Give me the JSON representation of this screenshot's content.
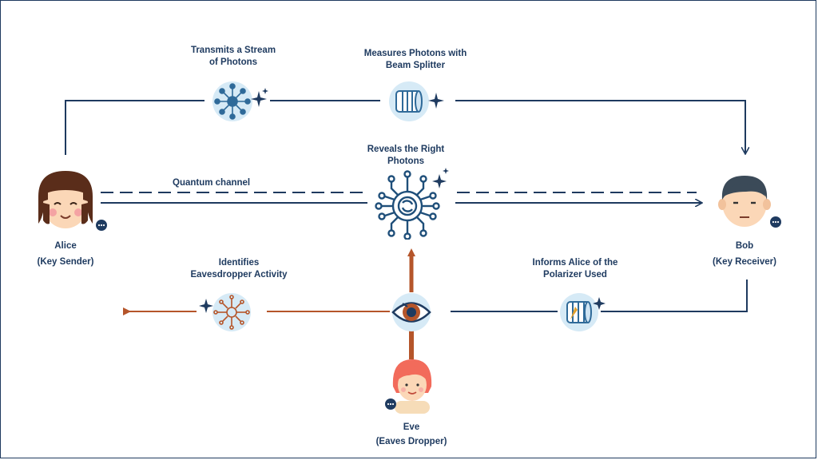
{
  "actors": {
    "alice": {
      "name": "Alice",
      "role": "(Key Sender)"
    },
    "bob": {
      "name": "Bob",
      "role": "(Key  Receiver)"
    },
    "eve": {
      "name": "Eve",
      "role": "(Eaves Dropper)"
    }
  },
  "steps": {
    "transmit": {
      "line1": "Transmits a Stream",
      "line2": "of Photons",
      "icon": "photon-network-icon"
    },
    "measure": {
      "line1": "Measures Photons with",
      "line2": "Beam Splitter",
      "icon": "beam-splitter-icon"
    },
    "reveal": {
      "line1": "Reveals the Right",
      "line2": "Photons",
      "icon": "quantum-chip-icon"
    },
    "identify": {
      "line1": "Identifies",
      "line2": "Eavesdropper Activity",
      "icon": "circuit-brain-icon"
    },
    "inform": {
      "line1": "Informs Alice of the",
      "line2": "Polarizer Used",
      "icon": "polarizer-icon"
    },
    "eye": {
      "icon": "eye-icon"
    }
  },
  "channel": {
    "label": "Quantum channel"
  },
  "colors": {
    "navy": "#1e3a5f",
    "rust": "#b5552a",
    "icon_bg": "#d6eaf6",
    "icon_stroke": "#1f4f7a",
    "accent": "#1f3b60"
  }
}
